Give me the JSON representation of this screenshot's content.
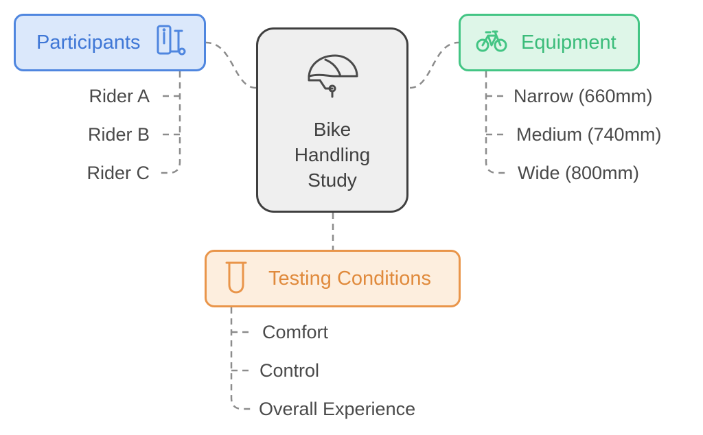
{
  "center": {
    "title_lines": [
      "Bike",
      "Handling",
      "Study"
    ],
    "icon": "helmet-icon"
  },
  "participants": {
    "label": "Participants",
    "icon": "scooter-info-icon",
    "color": "#4f86df",
    "items": [
      "Rider A",
      "Rider B",
      "Rider C"
    ]
  },
  "equipment": {
    "label": "Equipment",
    "icon": "bicycle-icon",
    "color": "#43c584",
    "items": [
      "Narrow (660mm)",
      "Medium (740mm)",
      "Wide (800mm)"
    ]
  },
  "testing": {
    "label": "Testing Conditions",
    "icon": "test-tube-icon",
    "color": "#e9954a",
    "items": [
      "Comfort",
      "Control",
      "Overall Experience"
    ]
  }
}
